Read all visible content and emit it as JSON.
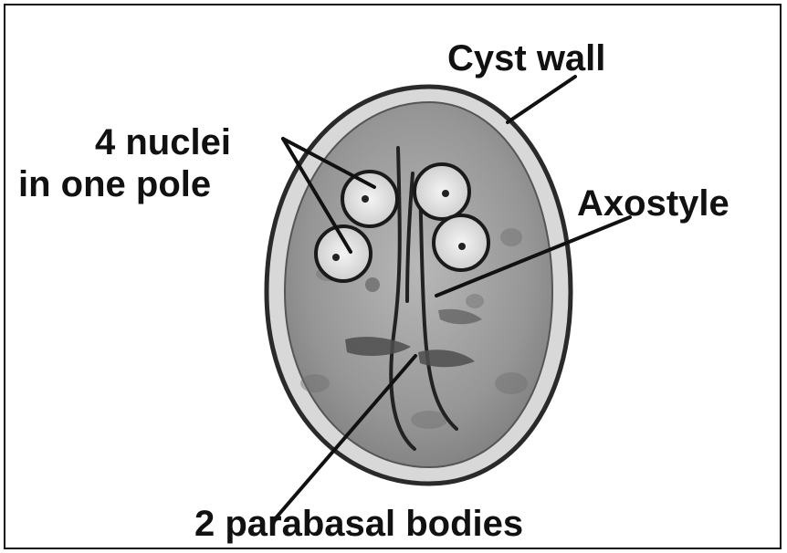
{
  "labels": {
    "cyst_wall": "Cyst wall",
    "nuclei_line1": "4 nuclei",
    "nuclei_line2": "in one pole",
    "axostyle": "Axostyle",
    "parabasal": "2 parabasal bodies"
  },
  "colors": {
    "line": "#111111",
    "cyst_fill": "#9a9a9a",
    "cyst_wall": "#2a2a2a",
    "nucleus_fill": "#e6e6e6"
  }
}
